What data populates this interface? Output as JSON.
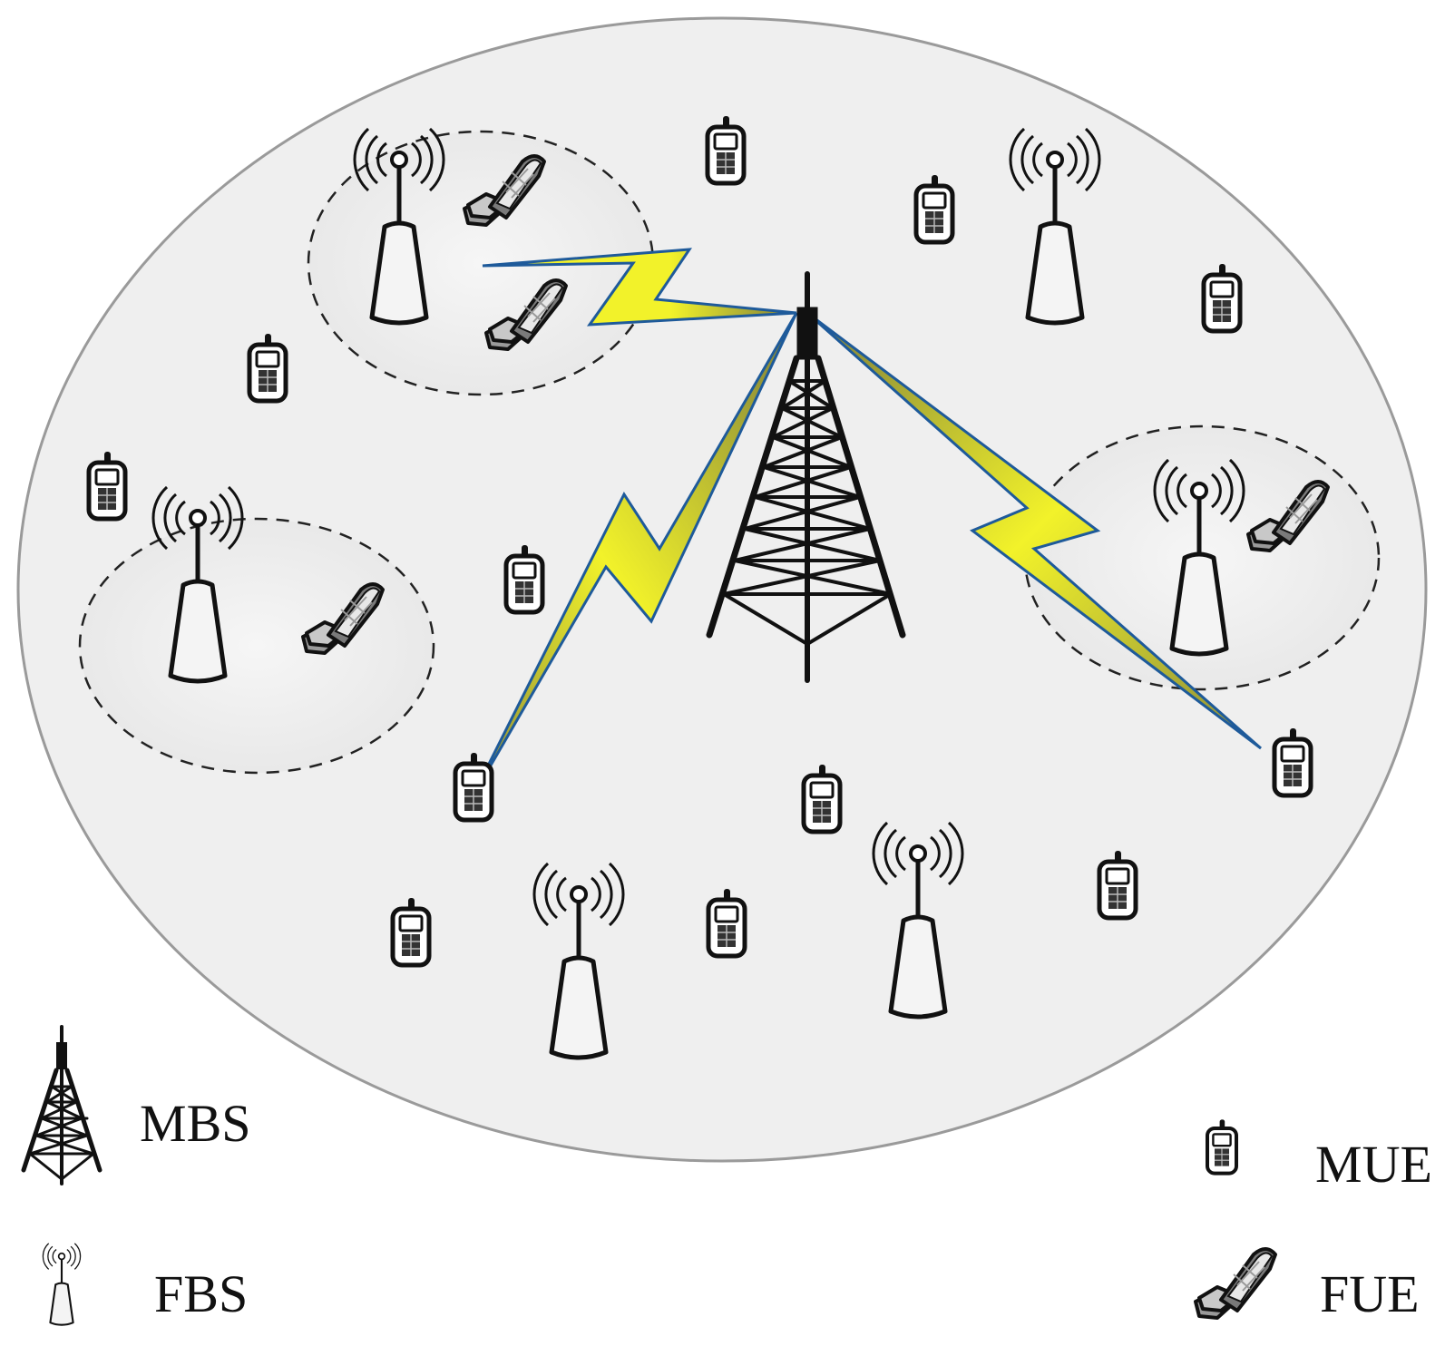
{
  "legend": {
    "mbs": {
      "label": "MBS",
      "icon": "macro-tower-icon"
    },
    "fbs": {
      "label": "FBS",
      "icon": "femto-base-station-icon"
    },
    "mue": {
      "label": "MUE",
      "icon": "macro-phone-icon"
    },
    "fue": {
      "label": "FUE",
      "icon": "flip-phone-icon"
    }
  },
  "colors": {
    "cell_fill": "#efefef",
    "femto_fill": "#ebebeb",
    "link_yellow": "#f2f22a",
    "link_olive": "#8a8a3a",
    "link_edge": "#1e5a9a",
    "outline": "#111111"
  }
}
